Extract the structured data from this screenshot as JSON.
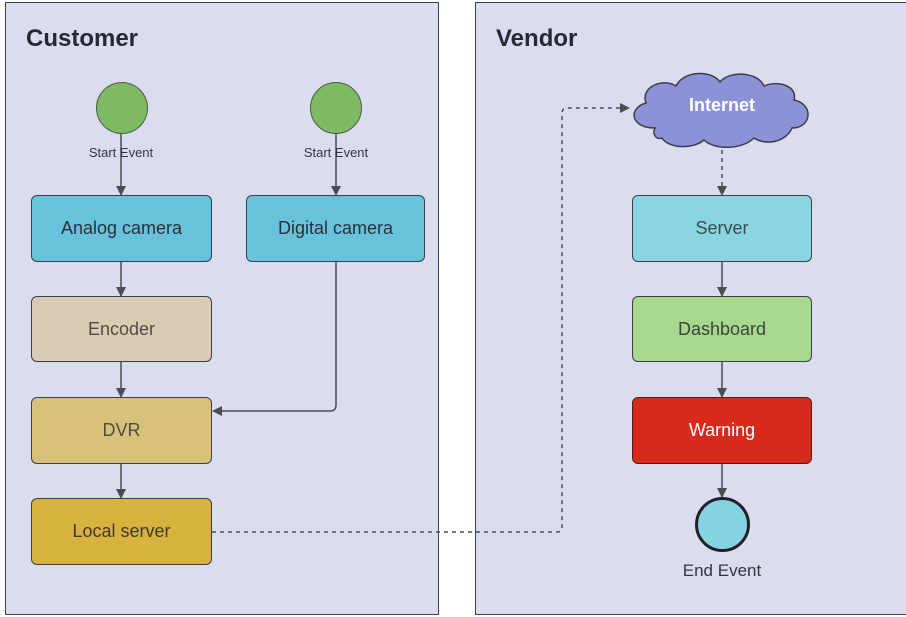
{
  "lanes": {
    "customer": {
      "title": "Customer"
    },
    "vendor": {
      "title": "Vendor"
    }
  },
  "events": {
    "start_1": "Start Event",
    "start_2": "Start Event",
    "end": "End Event"
  },
  "nodes": {
    "analog_camera": "Analog camera",
    "digital_camera": "Digital camera",
    "encoder": "Encoder",
    "dvr": "DVR",
    "local_server": "Local server",
    "internet": "Internet",
    "server": "Server",
    "dashboard": "Dashboard",
    "warning": "Warning"
  },
  "colors": {
    "lane_fill": "#dadcf0",
    "start_event": "#7dba62",
    "end_event": "#86d3e2",
    "analog_camera": "#67c2dc",
    "digital_camera": "#67c2dc",
    "encoder": "#d9ccb4",
    "dvr": "#d8c27a",
    "local_server": "#d8b23e",
    "internet_cloud": "#8d91d6",
    "server": "#89d5e2",
    "dashboard": "#a8d88e",
    "warning": "#d62a1c"
  }
}
